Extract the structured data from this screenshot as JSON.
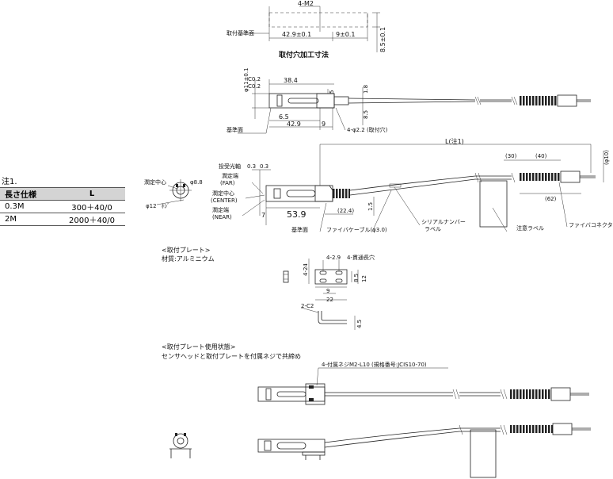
{
  "note": {
    "label": "注1."
  },
  "spec_table": {
    "headers": [
      "長さ仕様",
      "L"
    ],
    "rows": [
      [
        "0.3M",
        "300＋40/0"
      ],
      [
        "2M",
        "2000＋40/0"
      ]
    ]
  },
  "mount_hole": {
    "title": "取付穴加工寸法",
    "ref_label": "取付基準面",
    "m2": "4-M2",
    "d1": "42.9±0.1",
    "d2": "9±0.1",
    "d3": "8.5±0.1"
  },
  "top_view": {
    "phi": "φ11±0.1",
    "c1": "C0.2",
    "c2": "C0.2",
    "d384": "38.4",
    "d65": "6.5",
    "d429": "42.9",
    "d9": "9",
    "d5": "5",
    "d18": "1.8",
    "d85": "8.5",
    "ref": "基準面",
    "hole": "4-φ2.2 (取付穴)"
  },
  "front_view": {
    "L": "L(注1)",
    "d30": "(30)",
    "d40": "(40)",
    "d62": "(62)",
    "phi10": "(φ10)",
    "proj": "投受光軸",
    "d03a": "0.3",
    "d03b": "0.3",
    "phi88": "φ8.8",
    "far": "潤定端",
    "far_en": "(FAR)",
    "center": "潤定中心",
    "center_en": "(CENTER)",
    "near": "潤定端",
    "near_en": "(NEAR)",
    "d7": "7",
    "d539": "53.9",
    "d224": "(22.4)",
    "d15": "1.5",
    "ref": "基準面",
    "cable": "ファイバケーブル(φ3.0)",
    "serial1": "シリアルナンバー",
    "serial2": "ラベル",
    "caution": "注意ラベル",
    "connector": "ファイバコネクタ",
    "center_left": "潤定中心",
    "phi12": "φ12",
    "phi12_tail": "ﾎｼﾞ"
  },
  "plate": {
    "title": "<取付プレート>",
    "material": "材質:アルミニウム",
    "d29": "4-2.9",
    "slot": "4-貫通長穴",
    "d24": "4-24",
    "d12": "12",
    "d85": "8.5",
    "d9": "9",
    "d22": "22",
    "c2": "2-C2",
    "d45": "4.5"
  },
  "usage": {
    "title": "<取付プレート使用状態>",
    "desc": "センサヘッドと取付プレートを付属ネジで共締め",
    "screw": "4-付属ネジM2-L10 (規格番号:JCIS10-70)"
  }
}
